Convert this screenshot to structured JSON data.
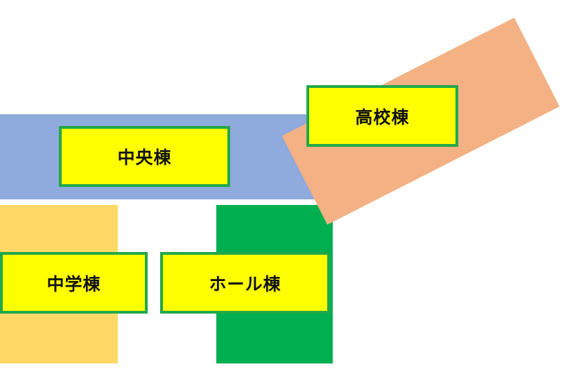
{
  "colors": {
    "background": "#ffffff",
    "central_building": "#8faadc",
    "junior_high_building": "#ffd966",
    "hall_building": "#00b050",
    "high_school_building": "#f4b183",
    "label_fill": "#ffff00",
    "label_border": "#21a84a",
    "label_text": "#111111"
  },
  "labels": {
    "high_school": "高校棟",
    "central": "中央棟",
    "junior_high": "中学棟",
    "hall": "ホール棟"
  }
}
